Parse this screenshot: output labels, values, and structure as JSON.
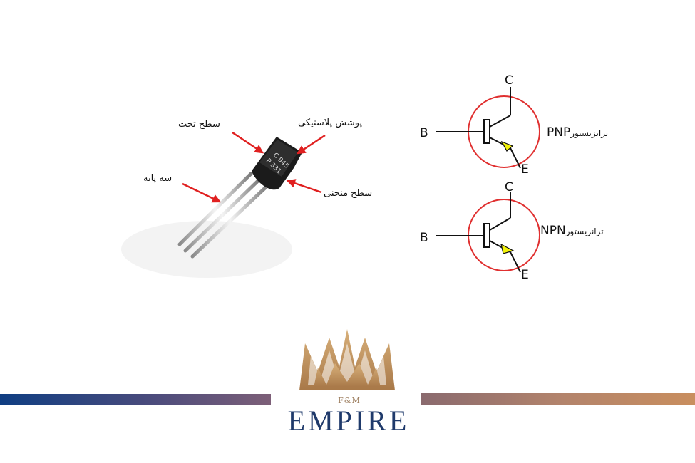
{
  "component_labels": {
    "flat_surface": "سطح تخت",
    "plastic_case": "پوشش پلاستیکی",
    "three_legs": "سه پایه",
    "curved_surface": "سطح منحنی"
  },
  "part_marking": {
    "line1": "C 945",
    "line2": "P 331"
  },
  "pnp_symbol": {
    "collector": "C",
    "base": "B",
    "emitter": "E",
    "type_en": "PNP",
    "type_fa": "ترانزیستور"
  },
  "npn_symbol": {
    "collector": "C",
    "base": "B",
    "emitter": "E",
    "type_en": "NPN",
    "type_fa": "ترانزیستور"
  },
  "logo": {
    "sub": "F&M",
    "brand": "EMPIRE"
  },
  "colors": {
    "arrow_red": "#e02020",
    "circle_red": "#e03030",
    "emitter_yellow": "#f2f20a",
    "logo_gold": "#b98a5a",
    "logo_navy": "#1f3a6b"
  }
}
